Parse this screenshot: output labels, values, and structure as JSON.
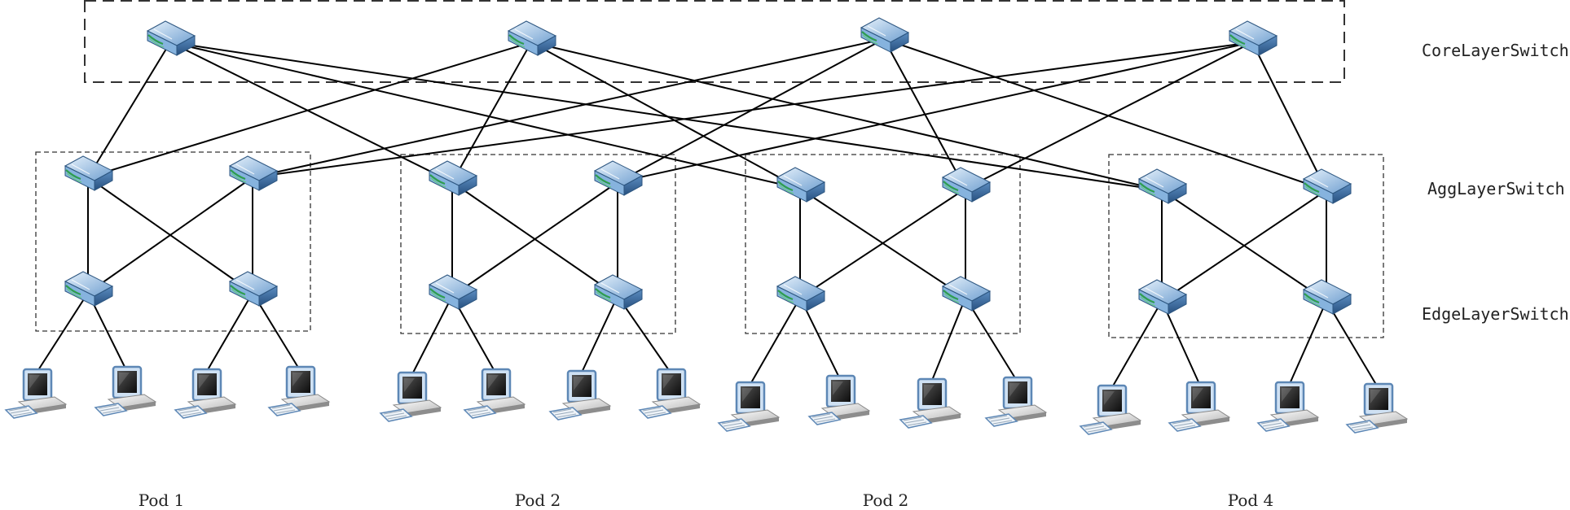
{
  "layers": {
    "core": "CoreLayerSwitch",
    "agg": "AggLayerSwitch",
    "edge": "EdgeLayerSwitch"
  },
  "pods": [
    "Pod 1",
    "Pod 2",
    "Pod 2",
    "Pod 4"
  ],
  "colors": {
    "switch_top": "#9cc3e6",
    "switch_side": "#3f6fa3",
    "port_green": "#2e9e4f",
    "link": "#000000",
    "group_border": "#333333",
    "monitor_frame": "#5d87b5"
  },
  "icons": {
    "switch": "network-switch-icon",
    "computer": "desktop-computer-icon"
  }
}
